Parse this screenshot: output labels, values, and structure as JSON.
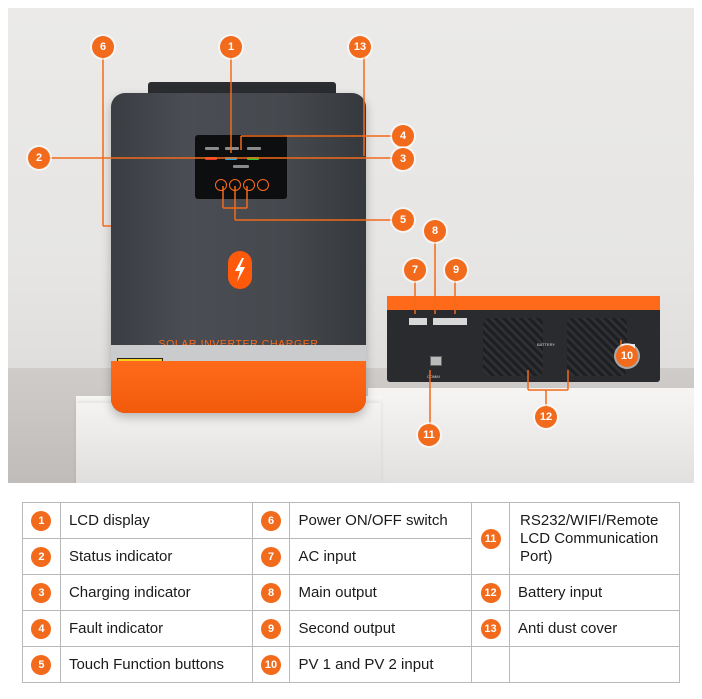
{
  "product": {
    "front_label": "SOLAR INVERTER CHARGER",
    "rear_labels": {
      "battery": "BATTERY",
      "comm": "COMM"
    }
  },
  "colors": {
    "accent": "#f26a1b",
    "body": "#3f4247",
    "background": "#e8e7e5"
  },
  "callouts": [
    "1",
    "2",
    "3",
    "4",
    "5",
    "6",
    "7",
    "8",
    "9",
    "10",
    "11",
    "12",
    "13"
  ],
  "legend": {
    "col1": [
      {
        "num": "1",
        "text": "LCD display"
      },
      {
        "num": "2",
        "text": "Status indicator"
      },
      {
        "num": "3",
        "text": "Charging indicator"
      },
      {
        "num": "4",
        "text": "Fault indicator"
      },
      {
        "num": "5",
        "text": "Touch Function buttons"
      }
    ],
    "col2": [
      {
        "num": "6",
        "text": "Power ON/OFF switch"
      },
      {
        "num": "7",
        "text": "AC input"
      },
      {
        "num": "8",
        "text": "Main output"
      },
      {
        "num": "9",
        "text": "Second output"
      },
      {
        "num": "10",
        "text": "PV 1 and PV 2 input"
      }
    ],
    "col3": [
      {
        "num": "11",
        "text": "RS232/WIFI/Remote LCD Communication Port)"
      },
      {
        "num": "12",
        "text": "Battery input"
      },
      {
        "num": "13",
        "text": "Anti dust cover"
      }
    ]
  }
}
